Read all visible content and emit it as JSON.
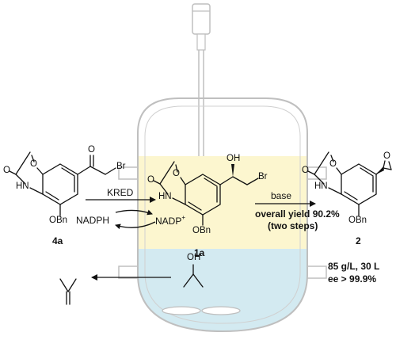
{
  "compound_4a": {
    "label": "4a",
    "carbonyl_O": "O",
    "NH": "HN",
    "O_ring": "O",
    "ketone_O": "O",
    "Br": "Br",
    "OBn": "OBn"
  },
  "compound_1a": {
    "label": "1a",
    "carbonyl_O": "O",
    "NH": "HN",
    "O_ring": "O",
    "OH": "OH",
    "Br": "Br",
    "OBn": "OBn"
  },
  "compound_2": {
    "label": "2",
    "carbonyl_O": "O",
    "NH": "HN",
    "O_ring": "O",
    "epoxide_O": "O",
    "OBn": "OBn"
  },
  "reagents": {
    "enzyme": "KRED",
    "base": "base",
    "cofactor_reduced": "NADPH",
    "cofactor_oxidized": "NADP",
    "cofactor_charge": "+",
    "isopropanol_OH": "OH"
  },
  "results": {
    "overall_yield": "overall yield 90.2%",
    "steps": "(two steps)",
    "scale": "85 g/L, 30 L",
    "ee": "ee > 99.9%"
  },
  "colors": {
    "reactor_outline": "#bfbfbf",
    "organic_phase": "#fcf6cf",
    "aqueous_phase": "#d3eaf1",
    "ink": "#111111"
  }
}
